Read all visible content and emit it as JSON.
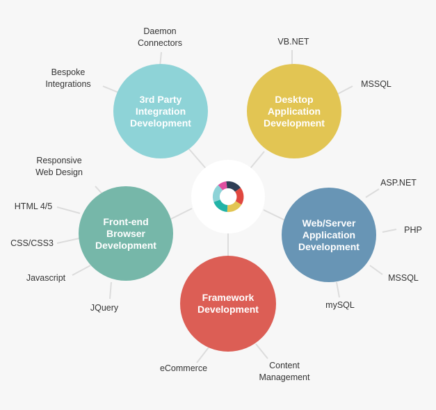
{
  "colors": {
    "teal_light": "#8ed3d7",
    "yellow": "#e2c553",
    "blue": "#6895b5",
    "red": "#dc5e55",
    "sea_green": "#76b7a9",
    "connector": "#dcdcdc"
  },
  "center": {
    "icon": "logo-ring-icon"
  },
  "hubs": {
    "third_party": {
      "label": "3rd Party Integration Development"
    },
    "desktop": {
      "label": "Desktop Application Development"
    },
    "web_server": {
      "label": "Web/Server Application Development"
    },
    "framework": {
      "label": "Framework Development"
    },
    "frontend": {
      "label": "Front-end Browser Development"
    }
  },
  "labels": {
    "daemon": "Daemon Connectors",
    "bespoke": "Bespoke Integrations",
    "vbnet": "VB.NET",
    "mssql_desktop": "MSSQL",
    "aspnet": "ASP.NET",
    "php": "PHP",
    "mssql_web": "MSSQL",
    "mysql": "mySQL",
    "ecommerce": "eCommerce",
    "content_mgmt": "Content Management",
    "responsive": "Responsive Web Design",
    "html": "HTML 4/5",
    "css": "CSS/CSS3",
    "javascript": "Javascript",
    "jquery": "JQuery"
  }
}
